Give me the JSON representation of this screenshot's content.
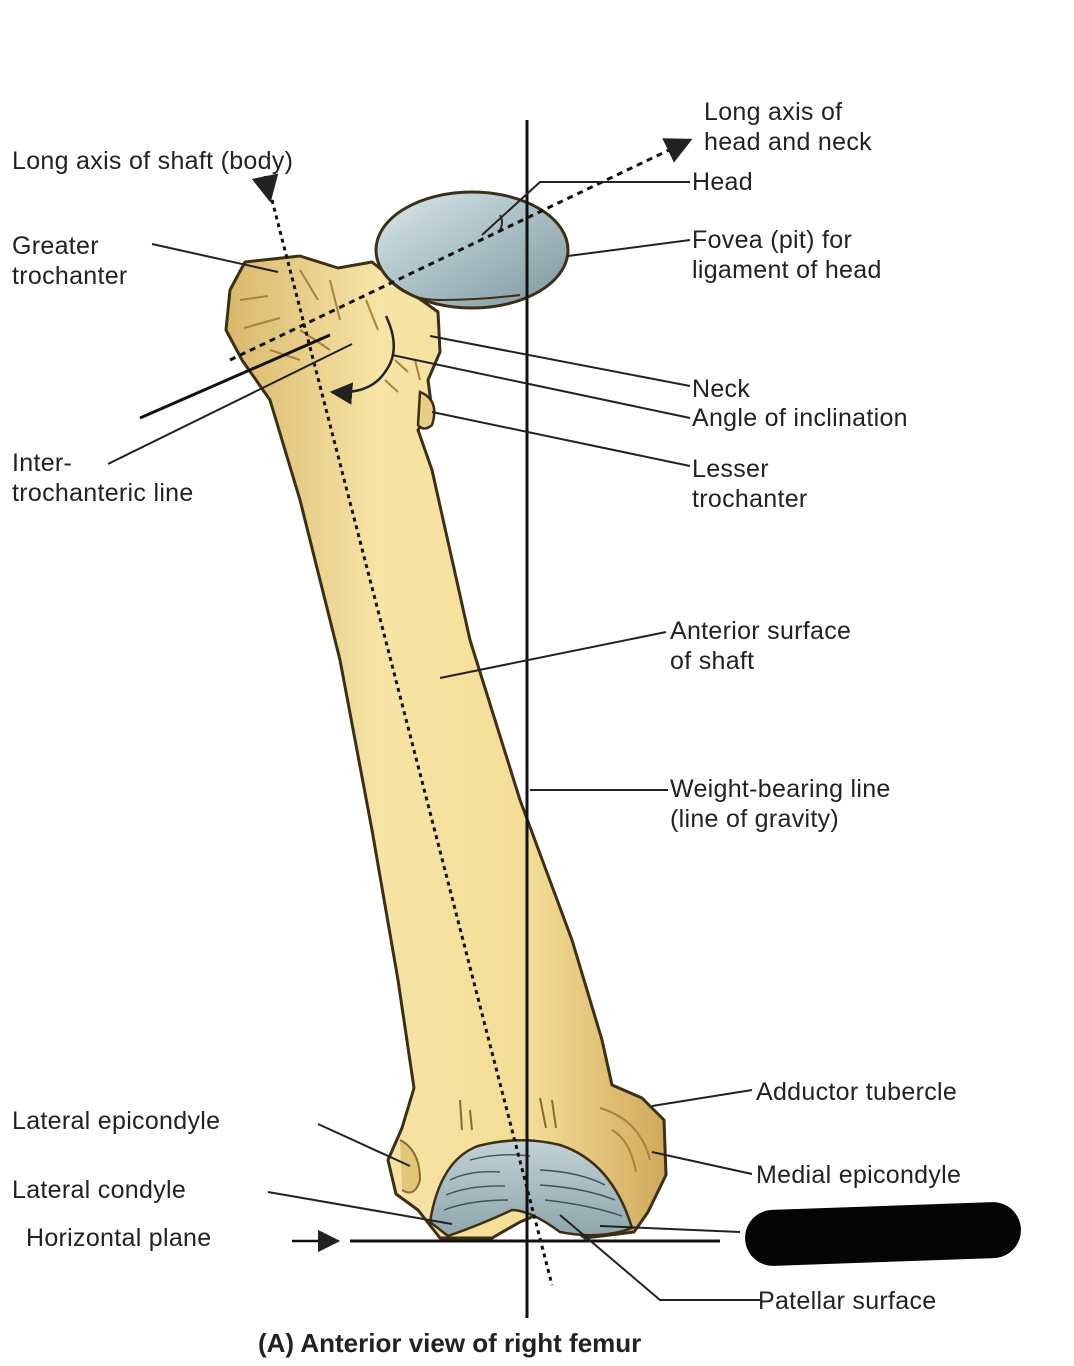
{
  "figure": {
    "caption": "(A) Anterior view of right femur",
    "labels": {
      "long_axis_shaft": "Long axis of shaft (body)",
      "long_axis_head_l1": "Long axis of",
      "long_axis_head_l2": "head and neck",
      "head": "Head",
      "fovea_l1": "Fovea (pit) for",
      "fovea_l2": "ligament of head",
      "greater_trochanter_l1": "Greater",
      "greater_trochanter_l2": "trochanter",
      "neck": "Neck",
      "angle_inclination": "Angle of inclination",
      "intertrochanteric_l1": "Inter-",
      "intertrochanteric_l2": "trochanteric line",
      "lesser_trochanter_l1": "Lesser",
      "lesser_trochanter_l2": "trochanter",
      "anterior_surface_l1": "Anterior surface",
      "anterior_surface_l2": "of shaft",
      "weight_bearing_l1": "Weight-bearing line",
      "weight_bearing_l2": "(line of gravity)",
      "adductor_tubercle": "Adductor tubercle",
      "lateral_epicondyle": "Lateral epicondyle",
      "medial_epicondyle": "Medial epicondyle",
      "lateral_condyle": "Lateral condyle",
      "horizontal_plane": "Horizontal plane",
      "patellar_surface": "Patellar surface"
    },
    "colors": {
      "bone": "#f3dd98",
      "bone_shadow": "#c9a55a",
      "bone_outline": "#3d2f16",
      "head_cartilage": "#a9bfc5",
      "line": "#222222",
      "redaction": "#050505"
    }
  }
}
